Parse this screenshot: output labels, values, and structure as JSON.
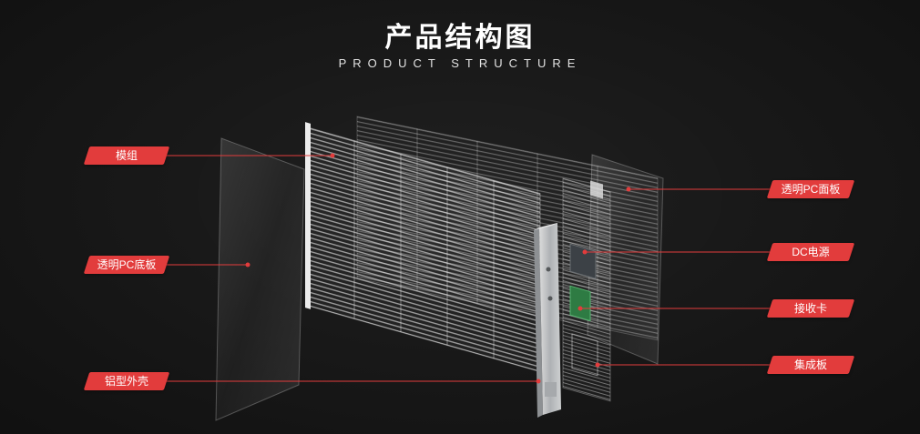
{
  "header": {
    "title": "产品结构图",
    "subtitle": "PRODUCT STRUCTURE"
  },
  "colors": {
    "background": "#161616",
    "accent": "#e23c3c",
    "label_text": "#ffffff"
  },
  "labels": [
    {
      "text": "模组",
      "side": "left"
    },
    {
      "text": "透明PC底板",
      "side": "left"
    },
    {
      "text": "铝型外壳",
      "side": "left"
    },
    {
      "text": "透明PC面板",
      "side": "right"
    },
    {
      "text": "DC电源",
      "side": "right"
    },
    {
      "text": "接收卡",
      "side": "right"
    },
    {
      "text": "集成板",
      "side": "right"
    }
  ]
}
